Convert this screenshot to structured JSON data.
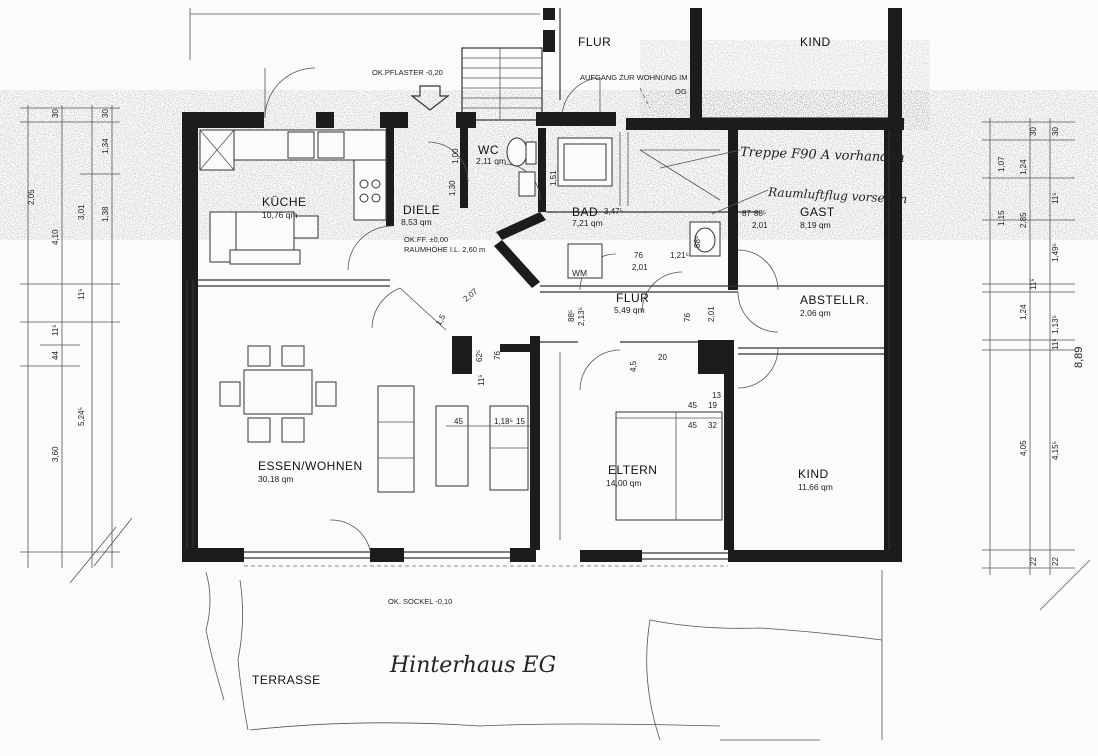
{
  "rooms": {
    "flur_top": "FLUR",
    "kind_top": "KIND",
    "kueche": "KÜCHE",
    "kueche_area": "10,76 qm",
    "diele": "DIELE",
    "diele_area": "8,53 qm",
    "wc": "WC",
    "wc_area": "2,11 qm",
    "bad": "BAD",
    "bad_area": "7,21 qm",
    "gast": "GAST",
    "gast_area": "8,19 qm",
    "abstellr": "ABSTELLR.",
    "abstellr_area": "2,06 qm",
    "flur": "FLUR",
    "flur_area": "5,49 qm",
    "wm": "WM",
    "essen": "ESSEN/WOHNEN",
    "essen_area": "30,18 qm",
    "eltern": "ELTERN",
    "eltern_area": "14,00 qm",
    "kind": "KIND",
    "kind_area": "11,66 qm",
    "terrasse": "TERRASSE"
  },
  "notes": {
    "ok_pflaster": "OK.PFLASTER -0,20",
    "aufgang_1": "AUFGANG ZUR WOHNUNG IM",
    "aufgang_2": "OG",
    "okff": "OK.FF. ±0,00",
    "raumhoehe": "RAUMHÖHE I.L. 2,60 m",
    "ok_sockel": "OK. SOCKEL -0,10"
  },
  "handwriting": {
    "treppe": "Treppe F90 A vorhanden",
    "raumluft": "Raumluftflug vorsehen",
    "title": "Hinterhaus EG"
  },
  "dimensions": {
    "left_col1": [
      "30",
      "1,34",
      "1,38"
    ],
    "left_col2": [
      "30",
      "3,01",
      "11⁵",
      "44",
      "5,24⁵"
    ],
    "left_col3": [
      "2,05",
      "4,10",
      "11⁵",
      "3,60"
    ],
    "right_col1": [
      "1,07",
      "1,15",
      "1,24",
      "4,05"
    ],
    "right_col2": [
      "30",
      "1,24",
      "2,85",
      "1,49⁵",
      "11⁵",
      "1,13⁵",
      "4,15⁵",
      "22"
    ],
    "right_col3": [
      "30",
      "11⁵",
      "11⁵",
      "22"
    ],
    "right_total": "8,89",
    "interior": {
      "wc_h": "1,00",
      "diele_a": "1,30",
      "bad_w": "3,47⁵",
      "bad_small": "1,51",
      "gast_a": "87",
      "gast_b": "88⁵",
      "gast_c": "2,01",
      "flur_a": "76",
      "flur_b": "2,01",
      "flur_c": "1,21⁵",
      "diag": "2,07",
      "door_a": "88⁵",
      "door_b": "2,13⁵",
      "door_c": "76",
      "door_d": "2,01",
      "door_e": "88⁵",
      "small_a": "62⁵",
      "small_b": "76",
      "small_c": "11⁵",
      "el_a": "4,5",
      "el_b": "20",
      "el_c": "13",
      "el_d": "45",
      "el_e": "19",
      "el_f": "45",
      "el_g": "32",
      "wohn_a": "45",
      "wohn_b": "1,18⁵",
      "wohn_c": "15",
      "diag2": "1,5"
    }
  },
  "colors": {
    "wall": "#1c1c1c",
    "line": "#333333",
    "paper": "#fbfbf9",
    "noise": "#9a9a9a"
  }
}
